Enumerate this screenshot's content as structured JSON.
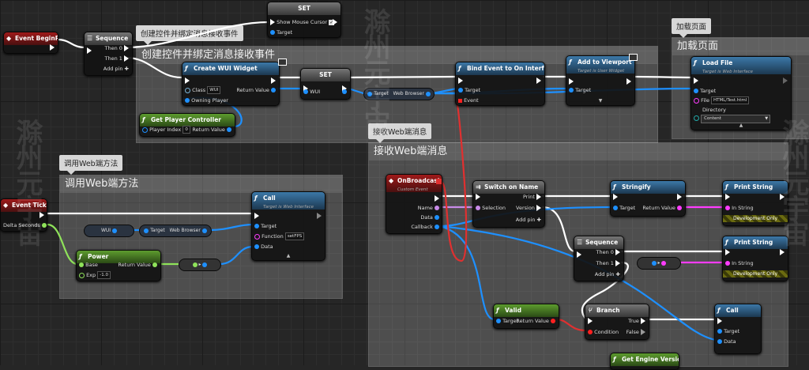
{
  "comments": {
    "bind": "创建控件并绑定消息接收事件",
    "load": "加载页面",
    "receive": "接收Web端消息",
    "call": "调用Web端方法"
  },
  "bubbles": {
    "bind": "创建控件并绑定消息接收事件",
    "load": "加载页面",
    "receive": "接收Web端消息",
    "call": "调用Web端方法"
  },
  "nodes": {
    "begin_play": {
      "title": "Event BeginPlay"
    },
    "sequence1": {
      "title": "Sequence",
      "then0": "Then 0",
      "then1": "Then 1",
      "add_pin": "Add pin"
    },
    "set_mouse": {
      "title": "SET",
      "show_cursor": "Show Mouse Cursor",
      "target": "Target"
    },
    "create_widget": {
      "title": "Create WUI Widget",
      "class": "Class",
      "class_value": "WUI",
      "owning_player": "Owning Player",
      "return_value": "Return Value"
    },
    "set_wui": {
      "title": "SET",
      "wui": "WUI"
    },
    "get_player": {
      "title": "Get Player Controller",
      "player_index": "Player Index",
      "player_index_value": "0",
      "return_value": "Return Value"
    },
    "wui_ref": {
      "label": "WUI"
    },
    "web_browser": {
      "target": "Target",
      "label": "Web Browser"
    },
    "bind_event": {
      "title": "Bind Event to On Interface Event",
      "target": "Target",
      "event": "Event"
    },
    "add_viewport": {
      "title": "Add to Viewport",
      "subtitle": "Target is User Widget",
      "target": "Target"
    },
    "load_file": {
      "title": "Load File",
      "subtitle": "Target is Web Interface",
      "target": "Target",
      "file": "File",
      "file_value": "HTML/Test.html",
      "directory": "Directory",
      "directory_value": "Content"
    },
    "event_tick": {
      "title": "Event Tick",
      "delta": "Delta Seconds"
    },
    "wui_ref2": {
      "label": "WUI"
    },
    "web_browser2": {
      "target": "Target",
      "label": "Web Browser"
    },
    "call1": {
      "title": "Call",
      "subtitle": "Target is Web Interface",
      "target": "Target",
      "function": "Function",
      "function_value": "setFPS",
      "data": "Data"
    },
    "power": {
      "title": "Power",
      "base": "Base",
      "exp": "Exp",
      "exp_value": "-1.0",
      "return_value": "Return Value"
    },
    "on_broadcast": {
      "title": "OnBroadcast",
      "subtitle": "Custom Event",
      "name": "Name",
      "data": "Data",
      "callback": "Callback"
    },
    "switch_name": {
      "title": "Switch on Name",
      "selection": "Selection",
      "print": "Print",
      "version": "Version",
      "add_pin": "Add pin"
    },
    "stringify": {
      "title": "Stringify",
      "target": "Target",
      "return_value": "Return Value"
    },
    "print1": {
      "title": "Print String",
      "in_string": "In String",
      "dev_only": "Development Only"
    },
    "sequence2": {
      "title": "Sequence",
      "then0": "Then 0",
      "then1": "Then 1",
      "add_pin": "Add pin"
    },
    "print2": {
      "title": "Print String",
      "in_string": "In String",
      "dev_only": "Development Only"
    },
    "valid": {
      "title": "Valid",
      "target": "Target",
      "return_value": "Return Value"
    },
    "branch": {
      "title": "Branch",
      "condition": "Condition",
      "true": "True",
      "false": "False"
    },
    "call2": {
      "title": "Call",
      "target": "Target",
      "data": "Data"
    },
    "engine_version": {
      "title": "Get Engine Version"
    }
  },
  "watermark": "滁州元宇宙",
  "colors": {
    "exec": "#ffffff",
    "object": "#1e90ff",
    "string": "#ff3cff",
    "name": "#c88ae8",
    "float": "#8fe35a",
    "bool": "#ff2020",
    "comment_bg": "#5a5a5a"
  }
}
